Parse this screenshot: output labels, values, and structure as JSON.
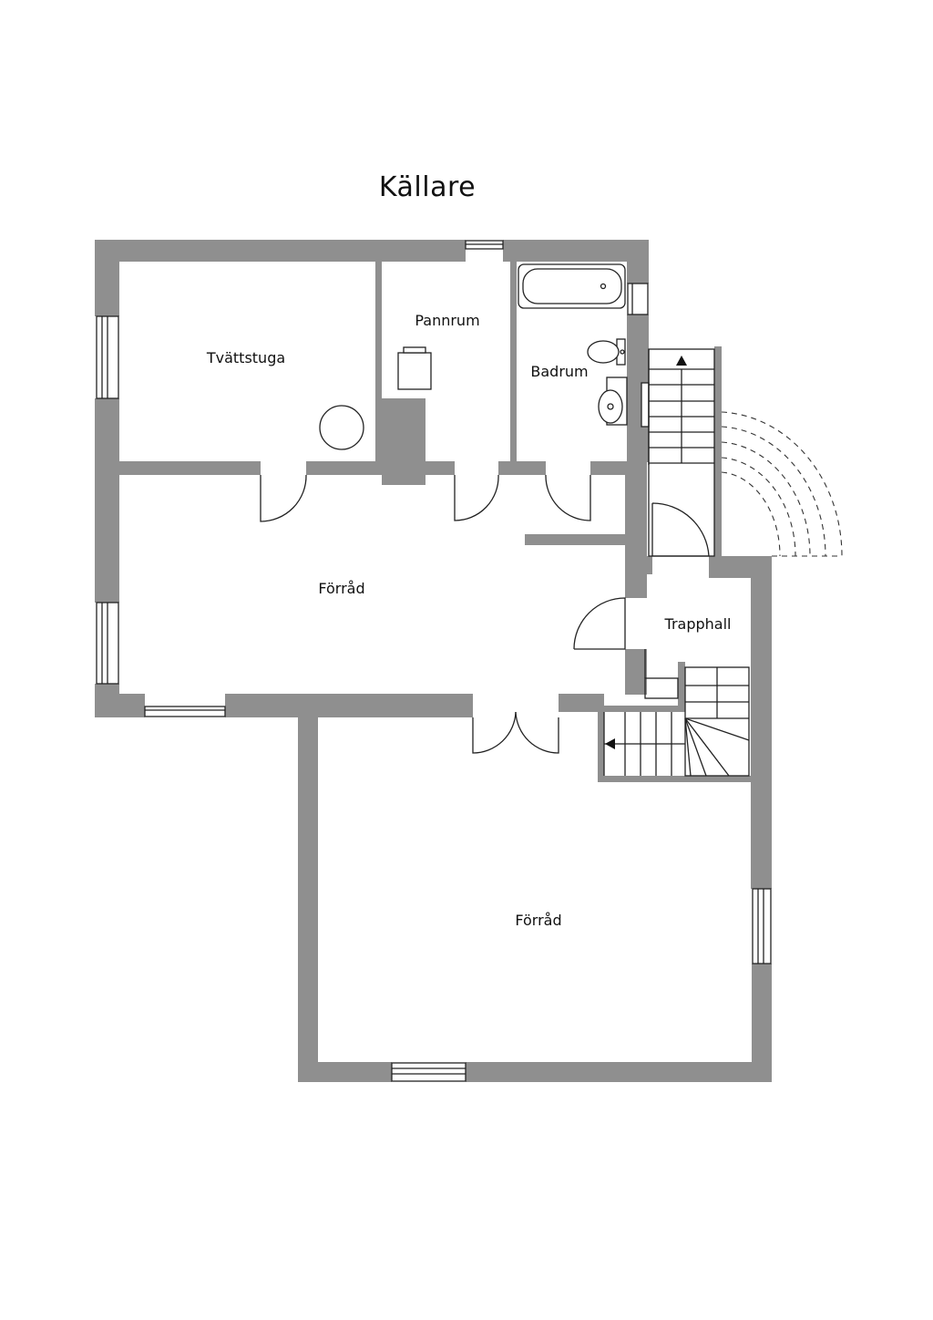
{
  "floor": {
    "title": "Källare"
  },
  "rooms": {
    "tvattstuga": "Tvättstuga",
    "pannrum": "Pannrum",
    "badrum": "Badrum",
    "forrad_upper": "Förråd",
    "trapphall": "Trapphall",
    "forrad_lower": "Förråd"
  },
  "colors": {
    "wall": "#8f8f8f",
    "line": "#222222",
    "background": "#ffffff"
  }
}
